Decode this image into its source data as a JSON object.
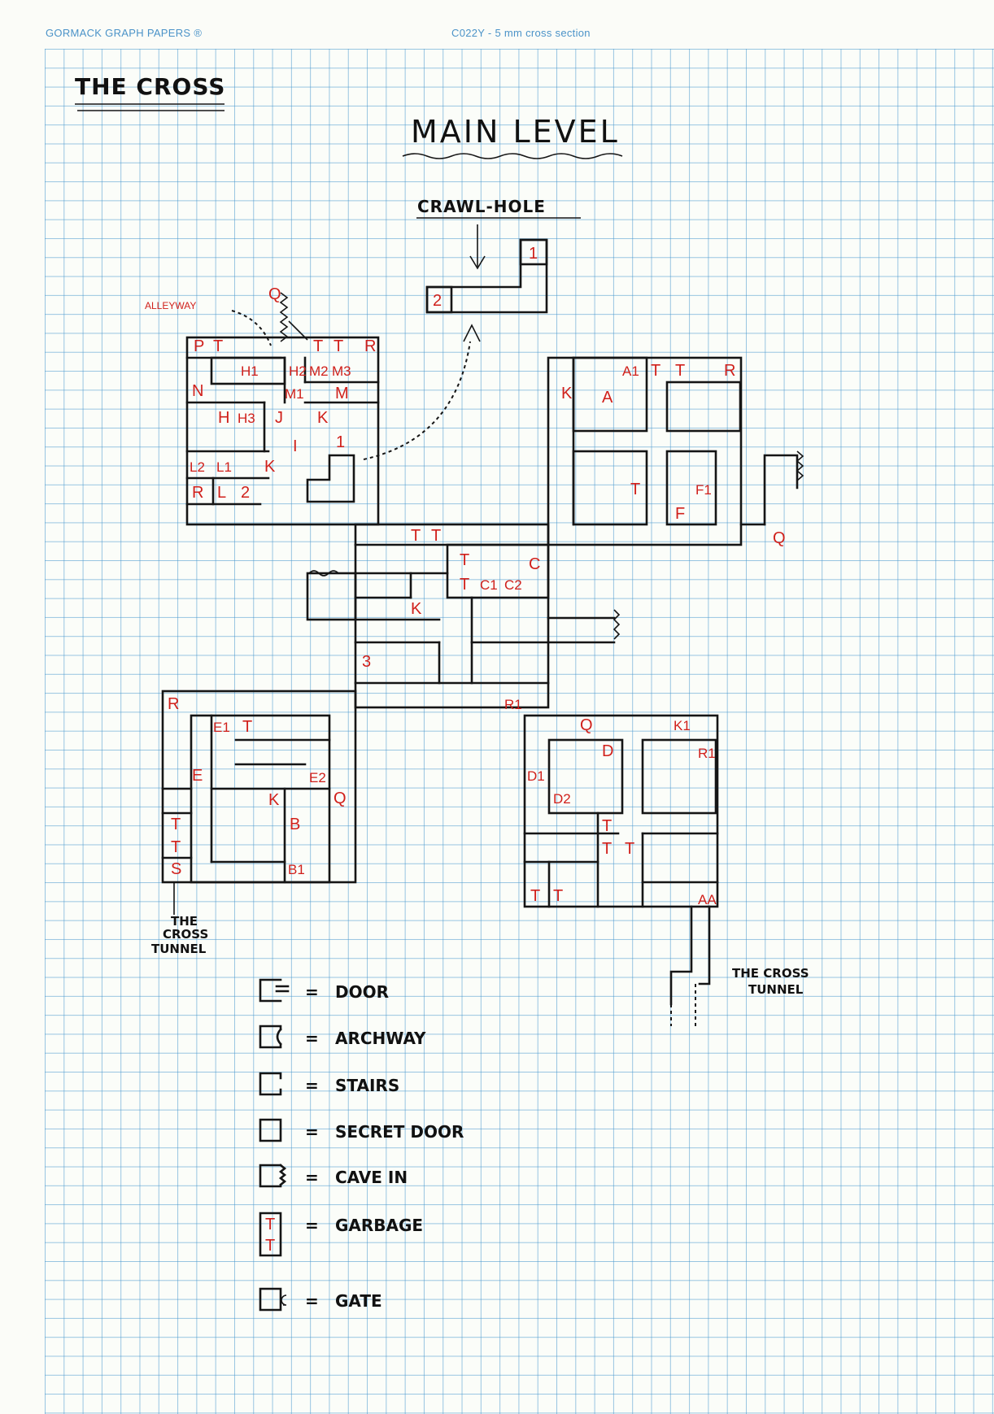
{
  "paper": {
    "brand": "GORMACK GRAPH PAPERS ®",
    "code": "C022Y  - 5 mm cross section"
  },
  "map": {
    "title": "THE CROSS",
    "level": "MAIN LEVEL",
    "crawl_hole": "CRAWL-HOLE",
    "alleyway": "ALLEYWAY",
    "tunnel_left": [
      "THE",
      "CROSS",
      "TUNNEL"
    ],
    "tunnel_right": [
      "THE CROSS",
      "TUNNEL"
    ],
    "room_labels": {
      "nw": [
        "P",
        "T",
        "R",
        "T",
        "T",
        "H1",
        "H2",
        "M2",
        "M3",
        "N",
        "M1",
        "M",
        "H",
        "H3",
        "J",
        "K",
        "I",
        "1",
        "L2",
        "L1",
        "K",
        "R",
        "L",
        "2",
        "Q"
      ],
      "crawl": [
        "1",
        "2"
      ],
      "center": [
        "T",
        "T",
        "T",
        "T",
        "C",
        "C1",
        "C2",
        "K",
        "3",
        "R1"
      ],
      "ne": [
        "A1",
        "T",
        "T",
        "R",
        "K",
        "A",
        "T",
        "F1",
        "F",
        "Q"
      ],
      "sw": [
        "R",
        "E1",
        "T",
        "E",
        "E2",
        "K",
        "Q",
        "T",
        "T",
        "B",
        "S",
        "B1"
      ],
      "se": [
        "Q",
        "K1",
        "D",
        "R1",
        "D1",
        "D2",
        "T",
        "T",
        "T",
        "T",
        "T",
        "AA"
      ]
    }
  },
  "legend": [
    {
      "symbol": "door-symbol",
      "label": "DOOR"
    },
    {
      "symbol": "archway-symbol",
      "label": "ARCHWAY"
    },
    {
      "symbol": "stairs-symbol",
      "label": "STAIRS"
    },
    {
      "symbol": "secret-door-symbol",
      "label": "SECRET DOOR"
    },
    {
      "symbol": "cave-in-symbol",
      "label": "CAVE IN"
    },
    {
      "symbol": "garbage-symbol",
      "label": "GARBAGE",
      "glyph": "T"
    },
    {
      "symbol": "gate-symbol",
      "label": "GATE"
    }
  ],
  "colors": {
    "grid": "#4696cd",
    "ink": "#151515",
    "red_ink": "#d0201b"
  }
}
